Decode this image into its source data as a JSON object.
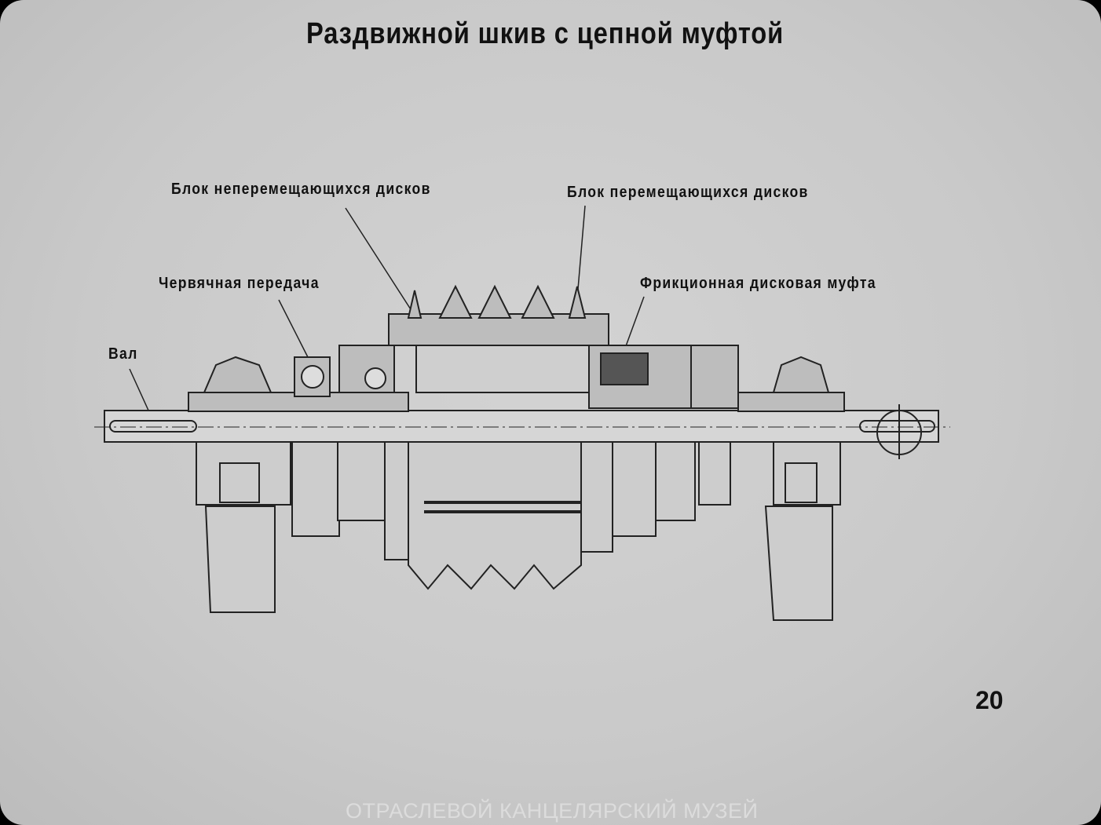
{
  "title": "Раздвижной шкив с цепной муфтой",
  "labels": {
    "fixed_discs": "Блок неперемещающихся дисков",
    "moving_discs": "Блок перемещающихся дисков",
    "worm_gear": "Червячная передача",
    "friction_clutch": "Фрикционная дисковая муфта",
    "shaft": "Вал"
  },
  "page_number": "20",
  "watermark": "ОТРАСЛЕВОЙ КАНЦЕЛЯРСКИЙ МУЗЕЙ"
}
